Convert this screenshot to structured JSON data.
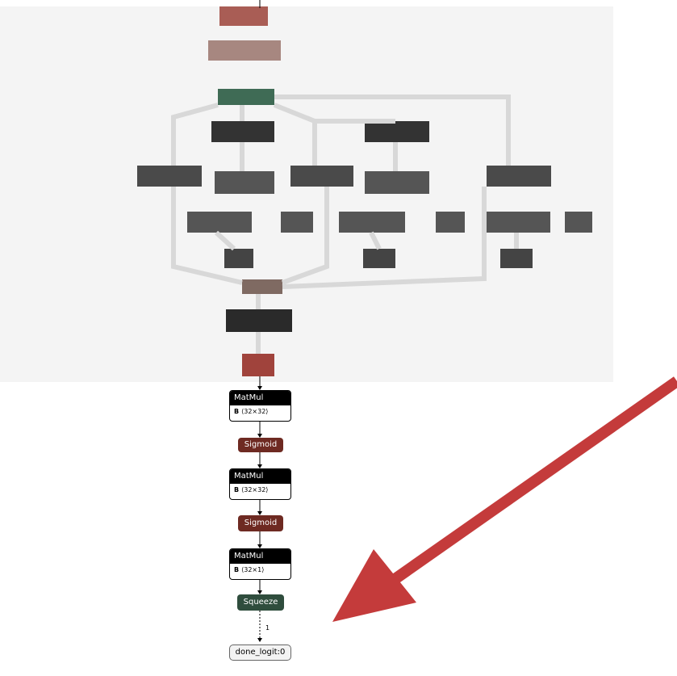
{
  "nodes": {
    "matmul_1": {
      "op": "MatMul",
      "input": "B",
      "shape": "⟨32×32⟩"
    },
    "sigmoid_1": {
      "op": "Sigmoid"
    },
    "matmul_2": {
      "op": "MatMul",
      "input": "B",
      "shape": "⟨32×32⟩"
    },
    "sigmoid_2": {
      "op": "Sigmoid"
    },
    "matmul_3": {
      "op": "MatMul",
      "input": "B",
      "shape": "⟨32×1⟩"
    },
    "squeeze": {
      "op": "Squeeze"
    },
    "output": {
      "label": "done_logit:0"
    }
  },
  "edges": {
    "squeeze_to_output": "1"
  },
  "annotation": {
    "arrow_color": "#c43b3b"
  },
  "colors": {
    "sigmoid": "#6e2a22",
    "squeeze": "#2f4d3d",
    "op_header": "#000000"
  }
}
